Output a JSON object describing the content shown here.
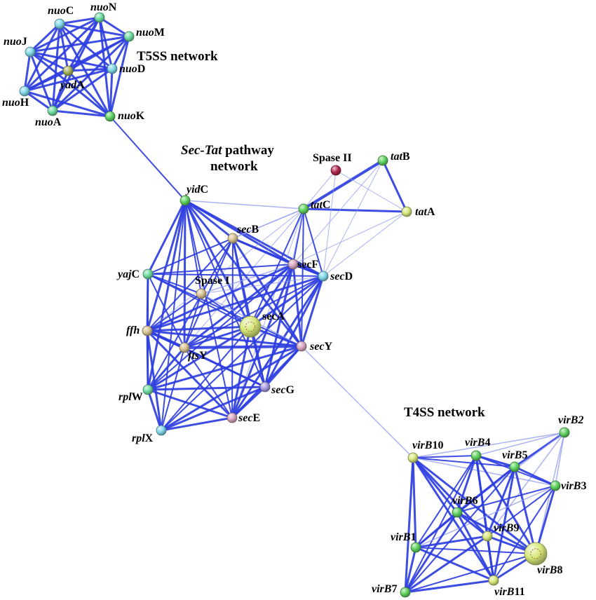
{
  "titles": {
    "t5ss": "T5SS network",
    "sec_tat_line1": "Sec-Tat",
    "sec_tat_line1_suffix": " pathway",
    "sec_tat_line2": "network",
    "t4ss": "T4SS network"
  },
  "colors": {
    "edge": "#2e3ee0",
    "edge_light": "#8d98f0",
    "green": "#5fd25f",
    "cyan": "#7fd8e8",
    "yellow": "#d8e87a",
    "olive": "#a8b45a",
    "tan": "#d8c290",
    "pink": "#d9a6c0",
    "lilac": "#a79be3",
    "crimson": "#b3284f",
    "mint": "#6fdca0"
  },
  "nodes": {
    "nuoC": {
      "prefix": "nuo",
      "suffix": "C",
      "color": "cyan"
    },
    "nuoN": {
      "prefix": "nuo",
      "suffix": "N",
      "color": "mint"
    },
    "nuoM": {
      "prefix": "nuo",
      "suffix": "M",
      "color": "mint"
    },
    "nuoJ": {
      "prefix": "nuo",
      "suffix": "J",
      "color": "cyan"
    },
    "yadA": {
      "prefix": "yad",
      "suffix": "A",
      "color": "olive"
    },
    "nuoD": {
      "prefix": "nuo",
      "suffix": "D",
      "color": "cyan"
    },
    "nuoH": {
      "prefix": "nuo",
      "suffix": "H",
      "color": "cyan"
    },
    "nuoA": {
      "prefix": "nuo",
      "suffix": "A",
      "color": "mint"
    },
    "nuoK": {
      "prefix": "nuo",
      "suffix": "K",
      "color": "green"
    },
    "spase2": {
      "prefix": "",
      "suffix": "Spase II",
      "color": "crimson"
    },
    "tatB": {
      "prefix": "tat",
      "suffix": "B",
      "color": "green"
    },
    "yidC": {
      "prefix": "yid",
      "suffix": "C",
      "color": "green"
    },
    "tatC": {
      "prefix": "tat",
      "suffix": "C",
      "color": "green"
    },
    "tatA": {
      "prefix": "tat",
      "suffix": "A",
      "color": "yellow"
    },
    "secB": {
      "prefix": "sec",
      "suffix": "B",
      "color": "tan"
    },
    "secF": {
      "prefix": "",
      "suffix": "secF",
      "color": "pink"
    },
    "secD": {
      "prefix": "sec",
      "suffix": "D",
      "color": "cyan"
    },
    "yajC": {
      "prefix": "yaj",
      "suffix": "C",
      "color": "mint"
    },
    "spase1": {
      "prefix": "",
      "suffix": "Spase I",
      "color": "tan"
    },
    "ffh": {
      "prefix": "ffh",
      "suffix": "",
      "color": "tan"
    },
    "secA": {
      "prefix": "",
      "suffix": "secA",
      "color": "yellow"
    },
    "ftsY": {
      "prefix": "fts",
      "suffix": "Y",
      "color": "tan"
    },
    "secY": {
      "prefix": "sec",
      "suffix": "Y",
      "color": "pink"
    },
    "rplW": {
      "prefix": "rpl",
      "suffix": "W",
      "color": "mint"
    },
    "secG": {
      "prefix": "sec",
      "suffix": "G",
      "color": "lilac"
    },
    "secE": {
      "prefix": "sec",
      "suffix": "E",
      "color": "pink"
    },
    "rplX": {
      "prefix": "rpl",
      "suffix": "X",
      "color": "cyan"
    },
    "virB2": {
      "prefix": "",
      "suffix": "virB2",
      "color": "green",
      "italic_all": true
    },
    "virB10": {
      "prefix": "virB",
      "suffix": "10",
      "color": "yellow"
    },
    "virB4": {
      "prefix": "virB",
      "suffix": "4",
      "color": "green"
    },
    "virB5": {
      "prefix": "virB",
      "suffix": "5",
      "color": "green"
    },
    "virB3": {
      "prefix": "virB",
      "suffix": "3",
      "color": "green"
    },
    "virB6": {
      "prefix": "virB",
      "suffix": "6",
      "color": "green"
    },
    "virB9": {
      "prefix": "virB",
      "suffix": "9",
      "color": "yellow"
    },
    "virB1": {
      "prefix": "virB",
      "suffix": "1",
      "color": "green"
    },
    "virB8": {
      "prefix": "virB",
      "suffix": "8",
      "color": "yellow"
    },
    "virB7": {
      "prefix": "virB",
      "suffix": "7",
      "color": "green"
    },
    "virB11": {
      "prefix": "virB",
      "suffix": "11",
      "color": "yellow"
    }
  },
  "edges": [
    [
      "nuoC",
      "nuoN",
      3
    ],
    [
      "nuoC",
      "nuoM",
      3
    ],
    [
      "nuoC",
      "nuoJ",
      3
    ],
    [
      "nuoC",
      "yadA",
      3
    ],
    [
      "nuoC",
      "nuoD",
      3
    ],
    [
      "nuoC",
      "nuoH",
      3
    ],
    [
      "nuoC",
      "nuoA",
      3
    ],
    [
      "nuoC",
      "nuoK",
      3
    ],
    [
      "nuoN",
      "nuoM",
      3
    ],
    [
      "nuoN",
      "nuoJ",
      3
    ],
    [
      "nuoN",
      "yadA",
      3
    ],
    [
      "nuoN",
      "nuoD",
      3
    ],
    [
      "nuoN",
      "nuoH",
      3
    ],
    [
      "nuoN",
      "nuoA",
      3
    ],
    [
      "nuoN",
      "nuoK",
      3
    ],
    [
      "nuoM",
      "nuoJ",
      3
    ],
    [
      "nuoM",
      "yadA",
      3
    ],
    [
      "nuoM",
      "nuoD",
      3
    ],
    [
      "nuoM",
      "nuoH",
      3
    ],
    [
      "nuoM",
      "nuoA",
      3
    ],
    [
      "nuoM",
      "nuoK",
      3
    ],
    [
      "nuoJ",
      "yadA",
      3
    ],
    [
      "nuoJ",
      "nuoD",
      3
    ],
    [
      "nuoJ",
      "nuoH",
      3
    ],
    [
      "nuoJ",
      "nuoA",
      3
    ],
    [
      "nuoJ",
      "nuoK",
      3
    ],
    [
      "yadA",
      "nuoD",
      3
    ],
    [
      "yadA",
      "nuoH",
      3
    ],
    [
      "yadA",
      "nuoA",
      3
    ],
    [
      "yadA",
      "nuoK",
      3
    ],
    [
      "nuoD",
      "nuoH",
      3
    ],
    [
      "nuoD",
      "nuoA",
      3
    ],
    [
      "nuoD",
      "nuoK",
      3
    ],
    [
      "nuoH",
      "nuoA",
      3
    ],
    [
      "nuoH",
      "nuoK",
      3
    ],
    [
      "nuoA",
      "nuoK",
      3
    ],
    [
      "nuoK",
      "yidC",
      2
    ],
    [
      "tatB",
      "tatC",
      4
    ],
    [
      "tatB",
      "tatA",
      3
    ],
    [
      "tatC",
      "tatA",
      3
    ],
    [
      "spase2",
      "tatC",
      1
    ],
    [
      "spase2",
      "tatA",
      1
    ],
    [
      "spase2",
      "secD",
      1
    ],
    [
      "tatB",
      "secF",
      1
    ],
    [
      "tatB",
      "secD",
      1
    ],
    [
      "yidC",
      "tatC",
      1.5
    ],
    [
      "yidC",
      "secB",
      3
    ],
    [
      "yidC",
      "secF",
      3
    ],
    [
      "yidC",
      "secD",
      3
    ],
    [
      "yidC",
      "yajC",
      3
    ],
    [
      "yidC",
      "spase1",
      2
    ],
    [
      "yidC",
      "ffh",
      3
    ],
    [
      "yidC",
      "secA",
      3
    ],
    [
      "yidC",
      "ftsY",
      3
    ],
    [
      "yidC",
      "secY",
      3
    ],
    [
      "yidC",
      "rplW",
      3
    ],
    [
      "yidC",
      "secG",
      2
    ],
    [
      "yidC",
      "secE",
      2
    ],
    [
      "yidC",
      "rplX",
      2
    ],
    [
      "tatC",
      "secB",
      1.5
    ],
    [
      "tatC",
      "secF",
      2
    ],
    [
      "tatC",
      "secD",
      2
    ],
    [
      "tatC",
      "secA",
      2
    ],
    [
      "tatC",
      "secY",
      2
    ],
    [
      "tatC",
      "ffh",
      1
    ],
    [
      "tatC",
      "yajC",
      1
    ],
    [
      "tatC",
      "ftsY",
      1
    ],
    [
      "tatC",
      "secG",
      1
    ],
    [
      "tatC",
      "secE",
      1
    ],
    [
      "tatA",
      "secD",
      1
    ],
    [
      "tatA",
      "secF",
      1
    ],
    [
      "secB",
      "secF",
      3
    ],
    [
      "secB",
      "secD",
      3
    ],
    [
      "secB",
      "yajC",
      2
    ],
    [
      "secB",
      "spase1",
      1
    ],
    [
      "secB",
      "ffh",
      2
    ],
    [
      "secB",
      "secA",
      3
    ],
    [
      "secB",
      "ftsY",
      2
    ],
    [
      "secB",
      "secY",
      3
    ],
    [
      "secB",
      "rplW",
      2
    ],
    [
      "secB",
      "secG",
      2
    ],
    [
      "secB",
      "secE",
      2
    ],
    [
      "secF",
      "secD",
      3
    ],
    [
      "secF",
      "yajC",
      2
    ],
    [
      "secF",
      "spase1",
      1.5
    ],
    [
      "secF",
      "ffh",
      3
    ],
    [
      "secF",
      "secA",
      3
    ],
    [
      "secF",
      "ftsY",
      3
    ],
    [
      "secF",
      "secY",
      3
    ],
    [
      "secF",
      "secG",
      3
    ],
    [
      "secF",
      "secE",
      3
    ],
    [
      "secF",
      "rplW",
      2
    ],
    [
      "secD",
      "yajC",
      2
    ],
    [
      "secD",
      "spase1",
      1
    ],
    [
      "secD",
      "ffh",
      3
    ],
    [
      "secD",
      "secA",
      3
    ],
    [
      "secD",
      "ftsY",
      2
    ],
    [
      "secD",
      "secY",
      3
    ],
    [
      "secD",
      "secG",
      3
    ],
    [
      "secD",
      "secE",
      3
    ],
    [
      "secD",
      "rplX",
      2
    ],
    [
      "yajC",
      "spase1",
      2
    ],
    [
      "yajC",
      "ffh",
      3
    ],
    [
      "yajC",
      "secA",
      2
    ],
    [
      "yajC",
      "ftsY",
      2
    ],
    [
      "yajC",
      "secY",
      2
    ],
    [
      "yajC",
      "rplW",
      2
    ],
    [
      "spase1",
      "ffh",
      2
    ],
    [
      "spase1",
      "secA",
      2
    ],
    [
      "spase1",
      "ftsY",
      2
    ],
    [
      "spase1",
      "secY",
      1.5
    ],
    [
      "ffh",
      "secA",
      3
    ],
    [
      "ffh",
      "ftsY",
      4
    ],
    [
      "ffh",
      "secY",
      3
    ],
    [
      "ffh",
      "rplW",
      3
    ],
    [
      "ffh",
      "rplX",
      3
    ],
    [
      "ffh",
      "secG",
      3
    ],
    [
      "ffh",
      "secE",
      3
    ],
    [
      "secA",
      "ftsY",
      3
    ],
    [
      "secA",
      "secY",
      3
    ],
    [
      "secA",
      "secG",
      3
    ],
    [
      "secA",
      "secE",
      3
    ],
    [
      "secA",
      "rplW",
      3
    ],
    [
      "secA",
      "rplX",
      2
    ],
    [
      "ftsY",
      "secY",
      4
    ],
    [
      "ftsY",
      "rplW",
      3
    ],
    [
      "ftsY",
      "rplX",
      2
    ],
    [
      "ftsY",
      "secG",
      2
    ],
    [
      "ftsY",
      "secE",
      2
    ],
    [
      "secY",
      "secG",
      3
    ],
    [
      "secY",
      "secE",
      3
    ],
    [
      "secY",
      "rplW",
      3
    ],
    [
      "secY",
      "rplX",
      3
    ],
    [
      "rplW",
      "rplX",
      3
    ],
    [
      "rplW",
      "secE",
      3
    ],
    [
      "rplW",
      "secG",
      3
    ],
    [
      "secG",
      "secE",
      3
    ],
    [
      "secG",
      "rplX",
      3
    ],
    [
      "secE",
      "rplX",
      3
    ],
    [
      "secY",
      "virB10",
      1.5
    ],
    [
      "virB2",
      "virB10",
      1.5
    ],
    [
      "virB2",
      "virB4",
      1.5
    ],
    [
      "virB2",
      "virB5",
      3
    ],
    [
      "virB2",
      "virB3",
      1.5
    ],
    [
      "virB2",
      "virB6",
      1.5
    ],
    [
      "virB2",
      "virB9",
      1.5
    ],
    [
      "virB2",
      "virB8",
      1.5
    ],
    [
      "virB10",
      "virB4",
      2
    ],
    [
      "virB10",
      "virB5",
      2
    ],
    [
      "virB10",
      "virB3",
      1.5
    ],
    [
      "virB10",
      "virB6",
      3
    ],
    [
      "virB10",
      "virB9",
      3
    ],
    [
      "virB10",
      "virB1",
      3
    ],
    [
      "virB10",
      "virB8",
      3
    ],
    [
      "virB10",
      "virB7",
      3
    ],
    [
      "virB10",
      "virB11",
      3
    ],
    [
      "virB4",
      "virB5",
      3
    ],
    [
      "virB4",
      "virB3",
      2
    ],
    [
      "virB4",
      "virB6",
      3
    ],
    [
      "virB4",
      "virB9",
      3
    ],
    [
      "virB4",
      "virB1",
      2
    ],
    [
      "virB4",
      "virB8",
      3
    ],
    [
      "virB4",
      "virB7",
      2
    ],
    [
      "virB4",
      "virB11",
      3
    ],
    [
      "virB5",
      "virB3",
      3
    ],
    [
      "virB5",
      "virB6",
      3
    ],
    [
      "virB5",
      "virB9",
      3
    ],
    [
      "virB5",
      "virB1",
      2
    ],
    [
      "virB5",
      "virB8",
      3
    ],
    [
      "virB5",
      "virB7",
      2
    ],
    [
      "virB5",
      "virB11",
      3
    ],
    [
      "virB3",
      "virB6",
      2
    ],
    [
      "virB3",
      "virB9",
      2
    ],
    [
      "virB3",
      "virB8",
      3
    ],
    [
      "virB3",
      "virB11",
      2
    ],
    [
      "virB3",
      "virB1",
      1.5
    ],
    [
      "virB6",
      "virB9",
      3
    ],
    [
      "virB6",
      "virB1",
      3
    ],
    [
      "virB6",
      "virB8",
      3
    ],
    [
      "virB6",
      "virB7",
      3
    ],
    [
      "virB6",
      "virB11",
      3
    ],
    [
      "virB9",
      "virB1",
      3
    ],
    [
      "virB9",
      "virB8",
      3
    ],
    [
      "virB9",
      "virB7",
      3
    ],
    [
      "virB9",
      "virB11",
      3
    ],
    [
      "virB1",
      "virB8",
      2
    ],
    [
      "virB1",
      "virB7",
      3
    ],
    [
      "virB1",
      "virB11",
      3
    ],
    [
      "virB8",
      "virB7",
      2
    ],
    [
      "virB8",
      "virB11",
      3
    ],
    [
      "virB7",
      "virB11",
      3
    ]
  ]
}
